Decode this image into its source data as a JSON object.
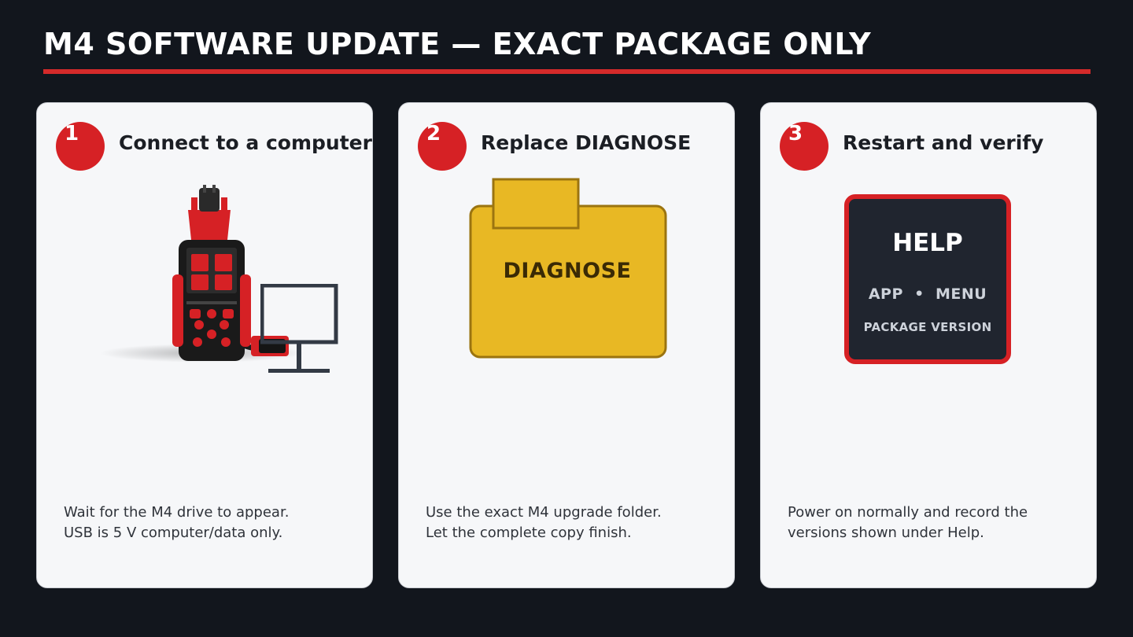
{
  "header": {
    "title": "M4 SOFTWARE UPDATE — EXACT PACKAGE ONLY"
  },
  "colors": {
    "background": "#12161d",
    "accent_red": "#d62125",
    "card": "#f6f7f9",
    "folder_yellow": "#e8b824",
    "panel_dark": "#20252f"
  },
  "steps": [
    {
      "number": "1",
      "title": "Connect to a computer",
      "lines": [
        "Wait for the M4 drive to appear.",
        "USB is 5 V computer/data only."
      ],
      "icons": [
        "obd-scanner-device-icon",
        "computer-monitor-icon"
      ]
    },
    {
      "number": "2",
      "title": "Replace DIAGNOSE",
      "folder_label": "DIAGNOSE",
      "lines": [
        "Use the exact M4 upgrade folder.",
        "Let the complete copy finish."
      ],
      "icons": [
        "folder-icon"
      ]
    },
    {
      "number": "3",
      "title": "Restart and verify",
      "help_title": "HELP",
      "help_menu": "APP  •  MENU",
      "help_version": "PACKAGE VERSION",
      "lines": [
        "Power on normally and record the",
        "versions shown under Help."
      ],
      "icons": [
        "help-screen-icon"
      ]
    }
  ]
}
